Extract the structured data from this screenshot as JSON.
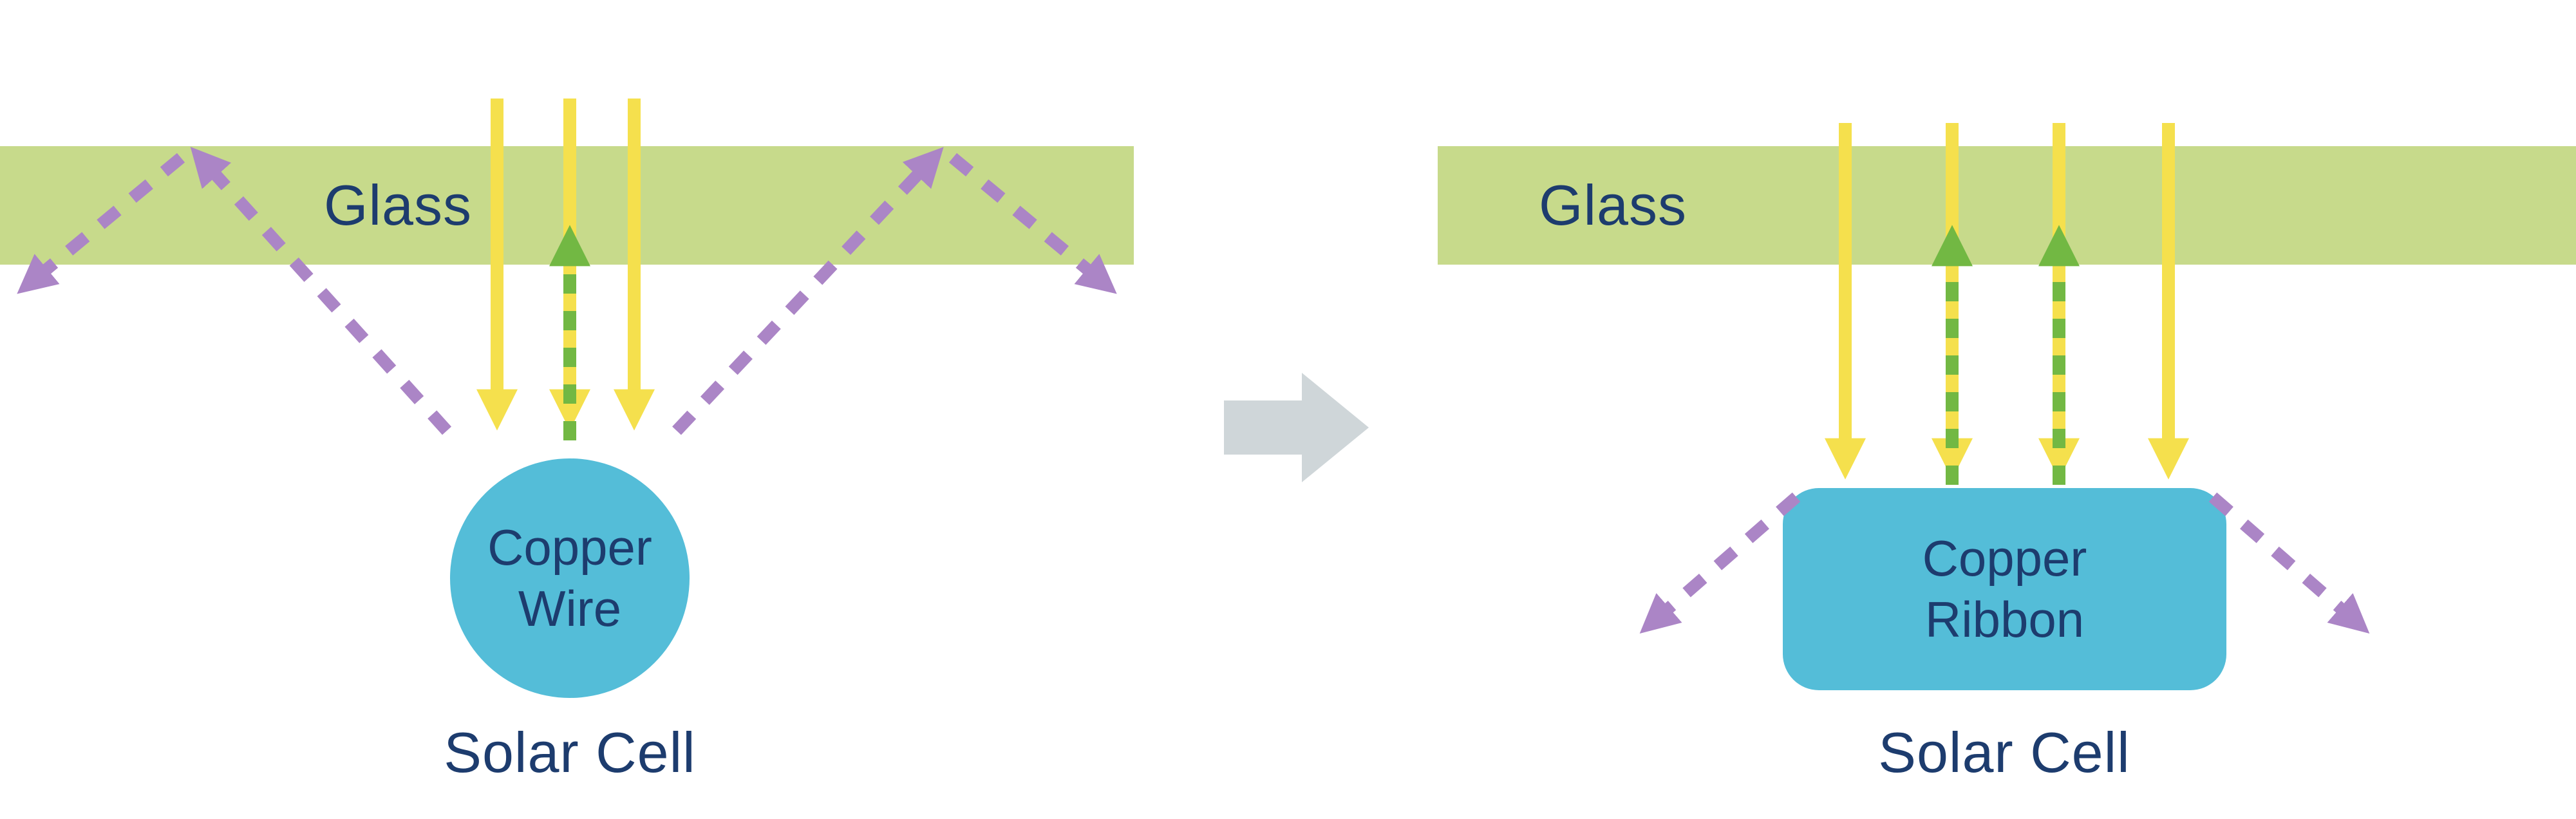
{
  "diagram": {
    "left": {
      "glass_label": "Glass",
      "component_line1": "Copper",
      "component_line2": "Wire",
      "cell_label": "Solar Cell"
    },
    "right": {
      "glass_label": "Glass",
      "component_line1": "Copper",
      "component_line2": "Ribbon",
      "cell_label": "Solar Cell"
    },
    "icons": {
      "transition": "right-block-arrow",
      "sunlight": "yellow-down-arrow",
      "reflected_light": "green-dashed-up-arrow",
      "scattered_light": "purple-dashed-arrow"
    }
  },
  "colors": {
    "background": "#ffffff",
    "glass": "#c7da8b",
    "text": "#1d3c6e",
    "sunlight": "#f5e04d",
    "reflected_light": "#72b843",
    "scattered_light": "#ab85c6",
    "copper": "#54bdd8",
    "arrow_gray": "#cfd6d9"
  }
}
